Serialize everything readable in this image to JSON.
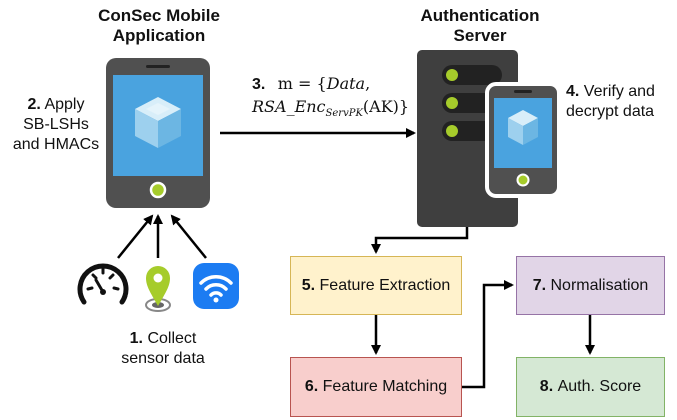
{
  "titles": {
    "app_line1": "ConSec Mobile",
    "app_line2": "Application",
    "server_line1": "Authentication",
    "server_line2": "Server"
  },
  "steps": {
    "s1": {
      "num": "1.",
      "text1": "Collect",
      "text2": "sensor data"
    },
    "s2": {
      "num": "2.",
      "text1": "Apply",
      "text2": "SB-LSHs",
      "text3": "and HMACs"
    },
    "s3": {
      "num": "3.",
      "line1_pre": "m = {",
      "line1_var": "Data",
      "line1_post": ",",
      "line2_fn": "RSA_Enc",
      "line2_sub": "ServPK",
      "line2_arg": "(AK)}"
    },
    "s4": {
      "num": "4.",
      "text1": "Verify and",
      "text2": "decrypt data"
    }
  },
  "boxes": {
    "b5": {
      "num": "5.",
      "label": "Feature Extraction"
    },
    "b6": {
      "num": "6.",
      "label": "Feature Matching"
    },
    "b7": {
      "num": "7.",
      "label": "Normalisation"
    },
    "b8": {
      "num": "8.",
      "label": "Auth. Score"
    }
  },
  "colors": {
    "phone_body": "#505050",
    "screen": "#4aa3df",
    "cube_light": "#d8eef9",
    "cube_mid": "#9dd0ee",
    "cube_dark": "#6cb6e3",
    "green": "#a6cc2b",
    "server_body": "#3f3f3f",
    "wifi": "#1c7cf2",
    "box5_fill": "#fff2cc",
    "box5_border": "#d6b656",
    "box6_fill": "#f8cecc",
    "box6_border": "#b85450",
    "box7_fill": "#e1d5e7",
    "box7_border": "#9673a6",
    "box8_fill": "#d5e8d4",
    "box8_border": "#82b366"
  },
  "icons": [
    "phone-icon",
    "server-icon",
    "speedometer-icon",
    "location-pin-icon",
    "wifi-icon",
    "cube-icon"
  ]
}
